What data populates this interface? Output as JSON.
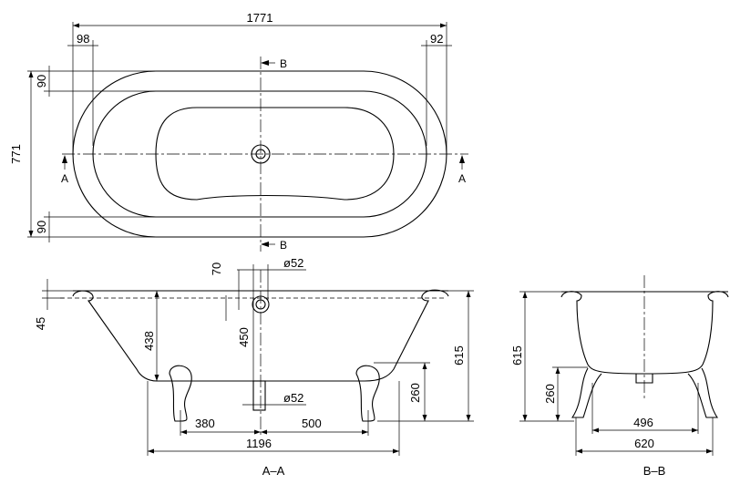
{
  "dimensions": {
    "overall_length": "1771",
    "left_rim": "98",
    "right_rim": "92",
    "rim_top": "90",
    "rim_bottom": "90",
    "overall_width": "771",
    "rim_height": "45",
    "drain_offset": "70",
    "overflow_diameter": "ø52",
    "inner_depth": "438",
    "drain_depth": "450",
    "total_height_a": "615",
    "foot_height_a": "260",
    "drain_diameter": "ø52",
    "foot_left_to_drain": "380",
    "drain_to_foot_right": "500",
    "feet_span": "1196",
    "total_height_b": "615",
    "foot_height_b": "260",
    "feet_inner_b": "496",
    "feet_outer_b": "620"
  },
  "section_markers": {
    "a": "A",
    "b": "B"
  },
  "views": {
    "section_a": "A–A",
    "section_b": "B–B"
  }
}
